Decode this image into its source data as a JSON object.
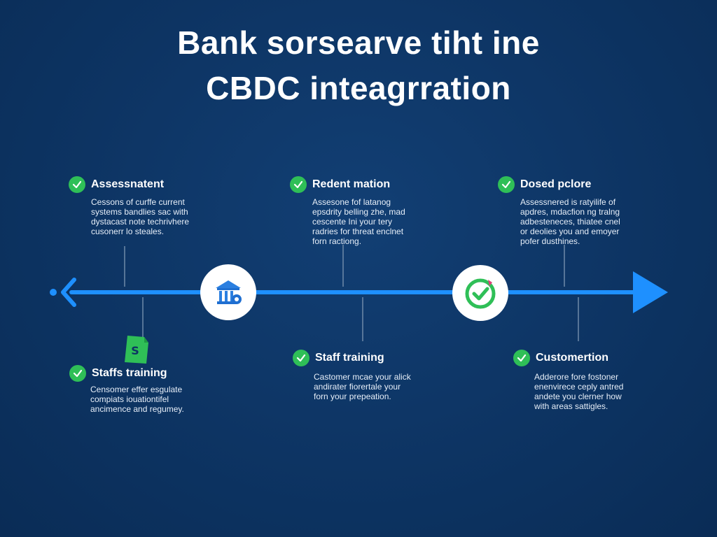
{
  "title": {
    "line1": "Bank sorsearve tiht ine",
    "line2": "CBDC inteagrration"
  },
  "colors": {
    "background": "#0d3463",
    "timeline": "#1e90ff",
    "check": "#2fbf57",
    "node": "#ffffff"
  },
  "icons": {
    "check": "check-circle-icon",
    "bank": "bank-icon",
    "badge": "check-badge-icon",
    "document": "dollar-document-icon"
  },
  "milestones": {
    "top_left": {
      "title": "Assessnatent",
      "body": "Cessons of curffe current\nsystems bandlies sac with\ndystacast note techrivhere\ncusonerr lo steales."
    },
    "top_center": {
      "title": "Redent mation",
      "body": "Assesone fof latanog\nepsdrity belling zhe, mad\ncescente Ini your tery\nradries for threat enclnet\nforn ractiong."
    },
    "top_right": {
      "title": "Dosed pclore",
      "body": "Assessnered is ratyilife of\napdres, mdacfion ng tralng\nadbesteneces, thiatee cnel\nor deolies you and emoyer\npofer dusthines."
    },
    "bottom_left": {
      "title": "Staffs training",
      "body": "Censomer effer esgulate\ncompiats iouationtifel\nancimence and regumey."
    },
    "bottom_center": {
      "title": "Staff training",
      "body": "Castomer mcae your alick\nandirater fiorertale your\nforn your prepeation."
    },
    "bottom_right": {
      "title": "Customertion",
      "body": "Adderore fore fostoner\nenenvirece ceply antred\nandete you clerner how\nwith areas sattigles."
    }
  }
}
